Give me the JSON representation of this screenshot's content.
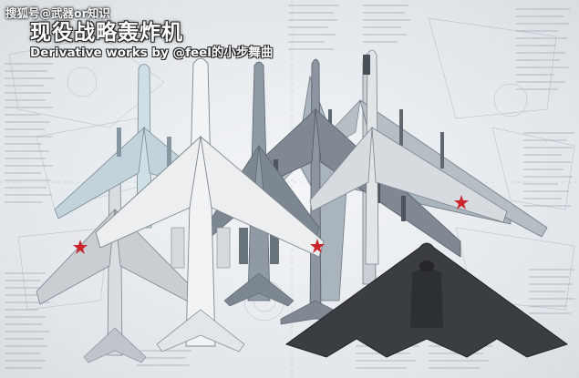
{
  "watermark": {
    "text": "搜狐号@武器or知识"
  },
  "header": {
    "title": "现役战略轰炸机",
    "subtitle": "Derivative works by @feel的小步舞曲"
  },
  "colors": {
    "background": "#e7ebee",
    "blueprint_lines": "#9aa4ad",
    "tu160_white": "#f2f3f4",
    "b1_grey": "#8f9aa5",
    "tu95_grey": "#a9b3bc",
    "b52_grey": "#8d96a0",
    "b2_black": "#3a3d42",
    "red_star": "#c8262a"
  },
  "icons": [
    "tu-22m3-plane-icon",
    "tu-160-plane-icon",
    "b-1b-plane-icon",
    "b-52-plane-icon",
    "tu-95-plane-icon",
    "h-6-plane-icon",
    "b-2-plane-icon"
  ]
}
